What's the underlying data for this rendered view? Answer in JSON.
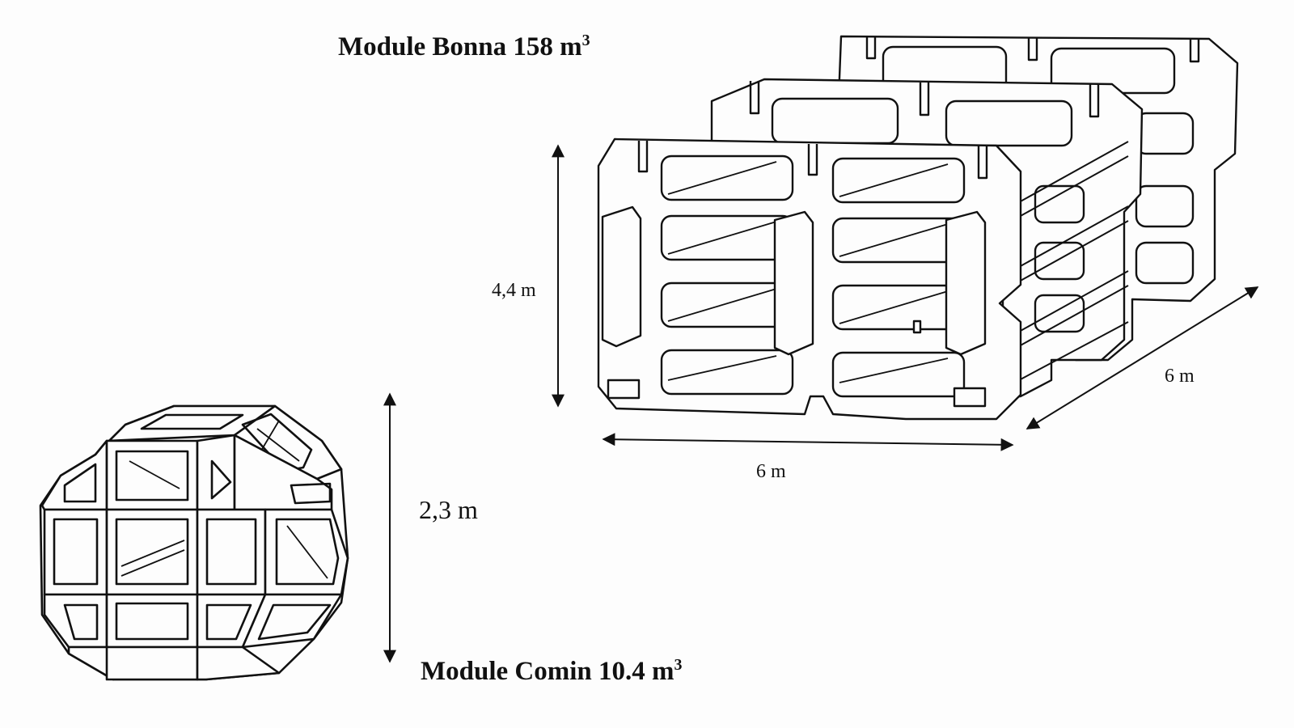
{
  "bonna": {
    "title": "Module Bonna 158 m",
    "exponent": "3"
  },
  "comin": {
    "title": "Module Comin 10.4 m",
    "exponent": "3"
  },
  "dimensions": {
    "bonna_height": "4,4 m",
    "bonna_width": "6 m",
    "bonna_depth": "6 m",
    "comin_height": "2,3 m"
  },
  "colors": {
    "ink": "#111111",
    "paper": "#fdfdfd"
  }
}
